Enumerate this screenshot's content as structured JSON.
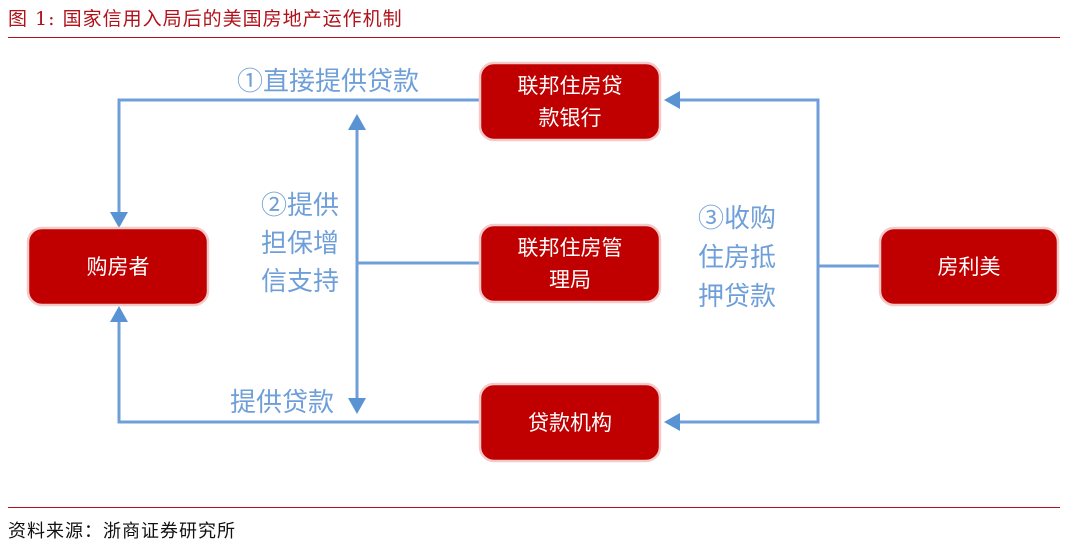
{
  "figure": {
    "title": "图 1:  国家信用入局后的美国房地产运作机制",
    "source": "资料来源：浙商证券研究所"
  },
  "nodes": {
    "buyer": {
      "lines": [
        "购房者"
      ]
    },
    "fhlb": {
      "lines": [
        "联邦住房贷",
        "款银行"
      ]
    },
    "fha": {
      "lines": [
        "联邦住房管",
        "理局"
      ]
    },
    "lender": {
      "lines": [
        "贷款机构"
      ]
    },
    "freddie": {
      "lines": [
        "房利美"
      ]
    }
  },
  "edge_labels": {
    "direct_loan": {
      "lines": [
        "①直接提供贷款"
      ]
    },
    "guarantee": {
      "lines": [
        "②提供",
        "担保增",
        "信支持"
      ]
    },
    "purchase": {
      "lines": [
        "③收购",
        "住房抵",
        "押贷款"
      ]
    },
    "provide_loan": {
      "lines": [
        "提供贷款"
      ]
    }
  },
  "colors": {
    "accent": "#b0121b",
    "box_fill": "#c00000",
    "box_border": "#f3c9c9",
    "connector": "#6f9fd8",
    "edge_label": "#6f9fd8"
  }
}
